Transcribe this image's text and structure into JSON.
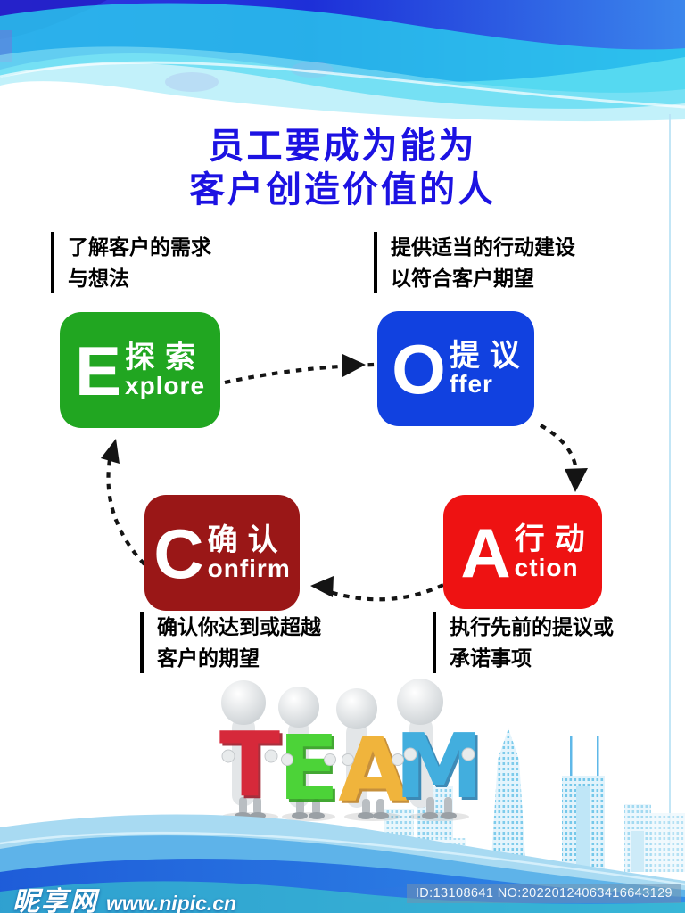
{
  "title": {
    "line1": "员工要成为能为",
    "line2": "客户创造价值的人",
    "color": "#1c12e2"
  },
  "cycle": {
    "nodes": [
      {
        "key": "explore",
        "letter": "E",
        "label_cn": "探索",
        "label_en_rest": "xplore",
        "color": "#21a621",
        "note": {
          "line1": "了解客户的需求",
          "line2": "与想法"
        }
      },
      {
        "key": "offer",
        "letter": "O",
        "label_cn": "提议",
        "label_en_rest": "ffer",
        "color": "#1141e0",
        "note": {
          "line1": "提供适当的行动建设",
          "line2": "以符合客户期望"
        }
      },
      {
        "key": "action",
        "letter": "A",
        "label_cn": "行动",
        "label_en_rest": "ction",
        "color": "#ee1212",
        "note": {
          "line1": "执行先前的提议或",
          "line2": "承诺事项"
        }
      },
      {
        "key": "confirm",
        "letter": "C",
        "label_cn": "确认",
        "label_en_rest": "onfirm",
        "color": "#9a1717",
        "note": {
          "line1": "确认你达到或超越",
          "line2": "客户的期望"
        }
      }
    ]
  },
  "team": {
    "letters": [
      {
        "char": "T",
        "color": "#d6293a"
      },
      {
        "char": "E",
        "color": "#4cd338"
      },
      {
        "char": "A",
        "color": "#f0b43c"
      },
      {
        "char": "M",
        "color": "#42aede"
      }
    ]
  },
  "footer": {
    "site_name": "昵享网",
    "site_url": "www.nipic.cn",
    "id_text": "ID:13108641 NO:20220124063416643129"
  }
}
